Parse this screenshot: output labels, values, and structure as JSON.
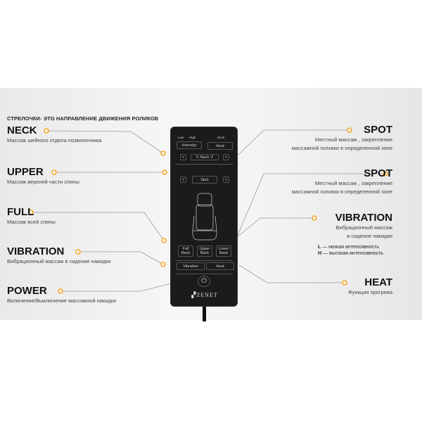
{
  "header": "СТРЕЛОЧКИ- ЭТО НАПРАВЛЕНИЕ ДВИЖЕНИЯ РОЛИКОВ",
  "left": [
    {
      "title": "NECK",
      "desc": "Массаж шейного отдела позвоночника"
    },
    {
      "title": "UPPER",
      "desc": "Массаж верхней части спины"
    },
    {
      "title": "FULL",
      "desc": "Массаж всей спины"
    },
    {
      "title": "VIBRATION",
      "desc": "Вибрационный массаж в сидение накидки"
    },
    {
      "title": "POWER",
      "desc": "Включение/Выключение массажной накидки"
    }
  ],
  "right": [
    {
      "title": "SPOT",
      "desc1": "Местный массаж , закрепление",
      "desc2": "массажной головки в определенной зоне"
    },
    {
      "title": "SPOT",
      "desc1": "Местный массаж , закрепление",
      "desc2": "массажной головки в определенной зоне"
    },
    {
      "title": "VIBRATION",
      "desc1": "Вибрационный массаж",
      "desc2": "в сидение накидки"
    },
    {
      "title": "HEAT",
      "desc1": "Функция прогрева"
    }
  ],
  "levels": [
    {
      "key": "L",
      "text": "— низкая интенсивность"
    },
    {
      "key": "H",
      "text": "— высокая интенсивность"
    }
  ],
  "remote": {
    "low": "Low",
    "high": "High",
    "neck_label": "Neck",
    "intensity": "Intensity",
    "heat": "Heat",
    "neck": "Neck",
    "spot": "Spot",
    "full_back": "Full Back",
    "upper_back": "Upper Back",
    "lower_back": "Lower Back",
    "vibration": "Vibration",
    "heat2": "Heat",
    "brand": "ZENET"
  },
  "accent": "#f5a623"
}
